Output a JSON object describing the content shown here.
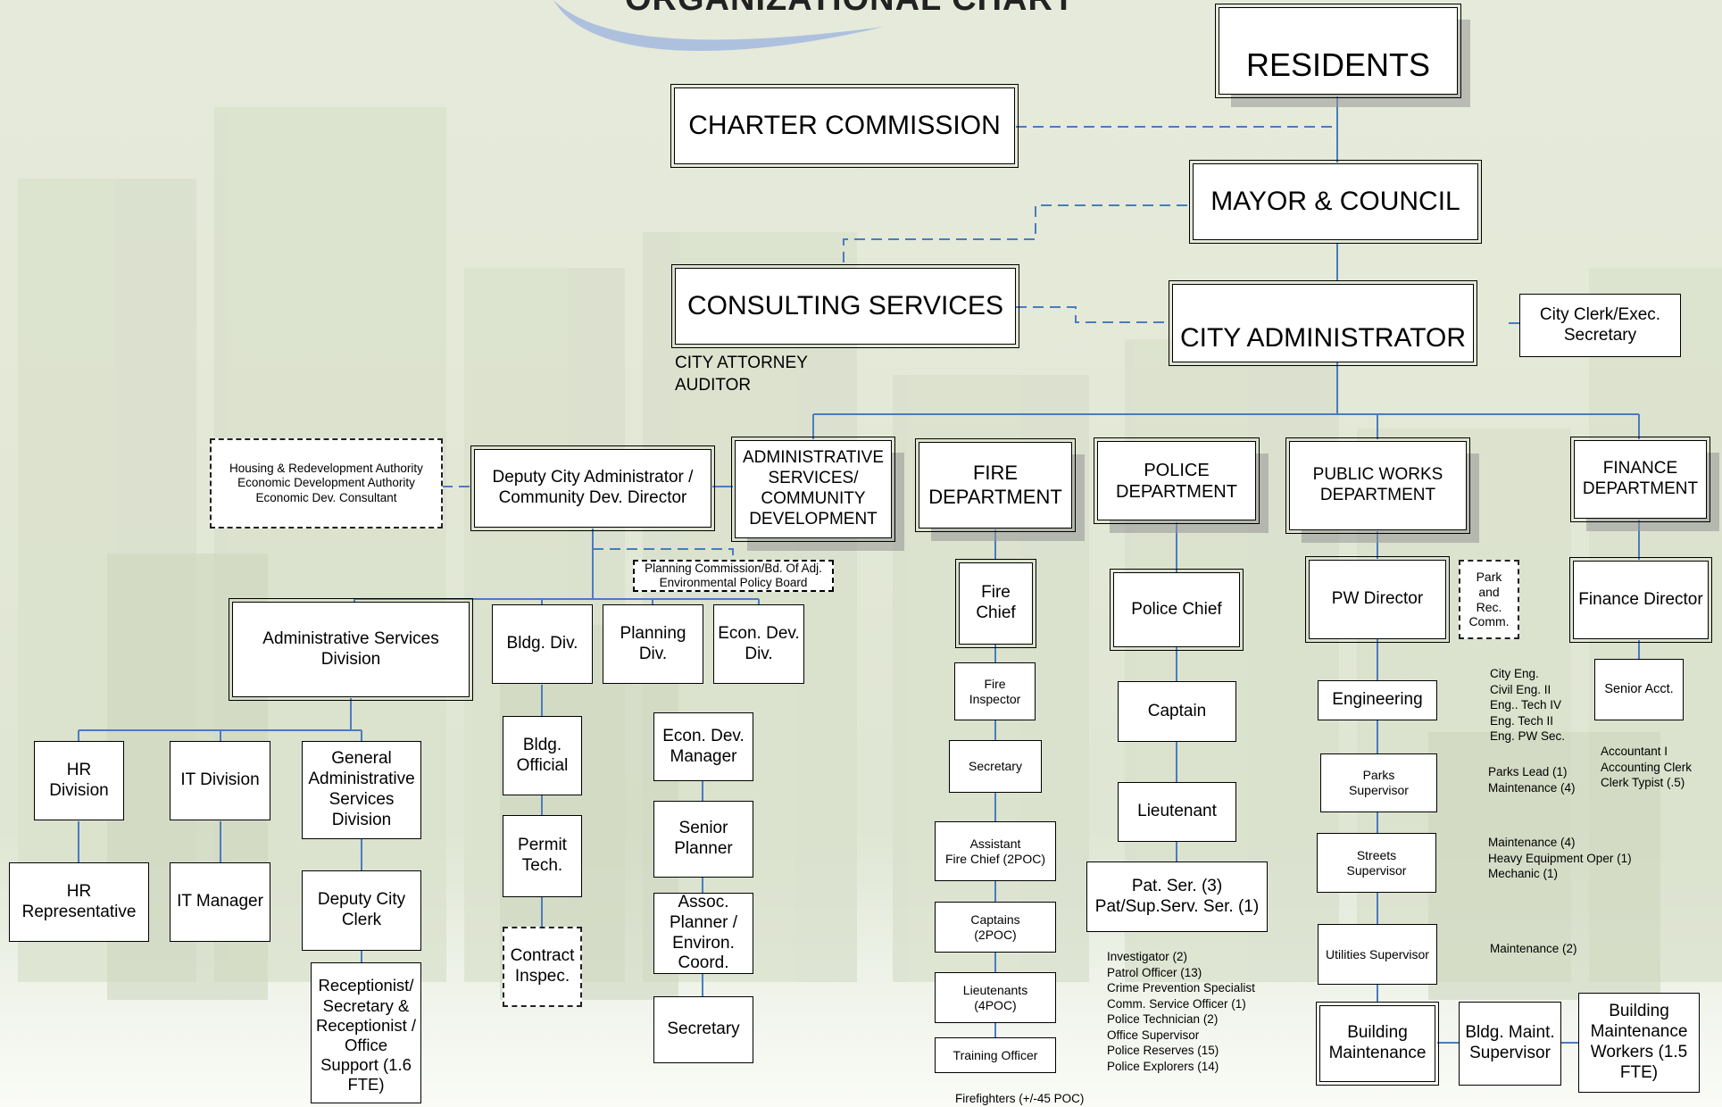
{
  "title": "ORGANIZATIONAL CHART",
  "top": {
    "residents": "RESIDENTS",
    "charter_commission": "CHARTER COMMISSION",
    "mayor_council": "MAYOR & COUNCIL",
    "consulting_services": "CONSULTING SERVICES",
    "consulting_notes": "CITY ATTORNEY\nAUDITOR",
    "city_administrator": "CITY ADMINISTRATOR",
    "city_clerk": "City Clerk/Exec.\nSecretary"
  },
  "community_dev": {
    "hra": "Housing & Redevelopment Authority\nEconomic Development Authority\nEconomic Dev. Consultant",
    "deputy_admin": "Deputy City Administrator /\nCommunity Dev. Director",
    "admin_services_dept": "ADMINISTRATIVE\nSERVICES/\nCOMMUNITY\nDEVELOPMENT",
    "planning_commission": "Planning Commission/Bd. Of Adj.\nEnvironmental Policy Board",
    "admin_services_division": "Administrative Services\nDivision",
    "bldg_div": "Bldg. Div.",
    "planning_div": "Planning\nDiv.",
    "econ_dev_div": "Econ. Dev.\nDiv.",
    "hr_division": "HR\nDivision",
    "it_division": "IT Division",
    "general_admin": "General\nAdministrative\nServices\nDivision",
    "hr_rep": "HR\nRepresentative",
    "it_manager": "IT Manager",
    "deputy_clerk": "Deputy City\nClerk",
    "receptionist": "Receptionist/\nSecretary &\nReceptionist /\nOffice\nSupport (1.6\nFTE)",
    "bldg_official": "Bldg.\nOfficial",
    "permit_tech": "Permit\nTech.",
    "contract_inspec": "Contract\nInspec.",
    "econ_dev_manager": "Econ. Dev.\nManager",
    "senior_planner": "Senior\nPlanner",
    "assoc_planner": "Assoc.\nPlanner /\nEnviron.\nCoord.",
    "secretary": "Secretary"
  },
  "fire": {
    "department": "FIRE\nDEPARTMENT",
    "chief": "Fire\nChief",
    "inspector": "Fire\nInspector",
    "secretary": "Secretary",
    "assistant_chief": "Assistant\nFire Chief (2POC)",
    "captains": "Captains\n(2POC)",
    "lieutenants": "Lieutenants\n(4POC)",
    "training_officer": "Training Officer",
    "firefighters": "Firefighters (+/-45 POC)"
  },
  "police": {
    "department": "POLICE\nDEPARTMENT",
    "chief": "Police Chief",
    "captain": "Captain",
    "lieutenant": "Lieutenant",
    "sergeants": "Pat. Ser. (3)\nPat/Sup.Serv. Ser. (1)",
    "staff": "Investigator (2)\nPatrol Officer (13)\nCrime Prevention Specialist\nComm. Service Officer (1)\nPolice Technician (2)\nOffice Supervisor\nPolice Reserves (15)\nPolice Explorers (14)"
  },
  "public_works": {
    "department": "PUBLIC WORKS\nDEPARTMENT",
    "director": "PW Director",
    "park_rec": "Park\nand\nRec.\nComm.",
    "engineering": "Engineering",
    "engineering_staff": "City Eng.\nCivil Eng. II\nEng.. Tech IV\nEng. Tech II\nEng. PW Sec.",
    "parks_supervisor": "Parks\nSupervisor",
    "parks_staff": "Parks Lead (1)\nMaintenance (4)",
    "streets_supervisor": "Streets\nSupervisor",
    "streets_staff": "Maintenance (4)\nHeavy Equipment Oper (1)\nMechanic (1)",
    "utilities_supervisor": "Utilities Supervisor",
    "utilities_staff": "Maintenance (2)",
    "building_maintenance": "Building\nMaintenance",
    "bldg_maint_supervisor": "Bldg. Maint.\nSupervisor",
    "building_workers": "Building\nMaintenance\nWorkers (1.5\nFTE)"
  },
  "finance": {
    "department": "FINANCE\nDEPARTMENT",
    "director": "Finance Director",
    "senior_acct": "Senior Acct.",
    "staff": "Accountant I\nAccounting  Clerk\nClerk Typist (.5)"
  },
  "colors": {
    "connector": "#4a7cc0",
    "dashed_connector": "#4a7cc0",
    "border": "#000000"
  }
}
